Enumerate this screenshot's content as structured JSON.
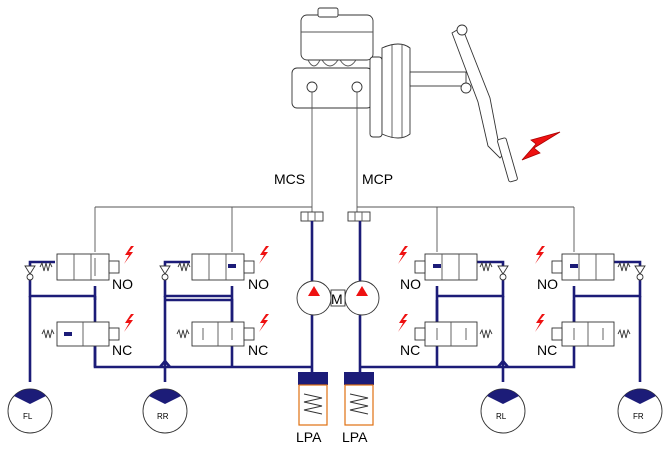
{
  "colors": {
    "hydraulic_line": "#1c1c78",
    "actuation_arrow": "#ee1111",
    "lpa_frame": "#e07010",
    "outline": "#333333"
  },
  "labels": {
    "master_secondary": "MCS",
    "master_primary": "MCP",
    "motor": "M",
    "normally_open": "NO",
    "normally_closed": "NC",
    "accumulator_left": "LPA",
    "accumulator_right": "LPA"
  },
  "wheels": {
    "front_left": "FL",
    "rear_right": "RR",
    "rear_left": "RL",
    "front_right": "FR"
  },
  "icons": {
    "pedal_force": "red-arrow",
    "solenoid_signal": "lightning-bolt-icon",
    "check_valve": "check-valve-icon",
    "spring": "spring-icon"
  }
}
